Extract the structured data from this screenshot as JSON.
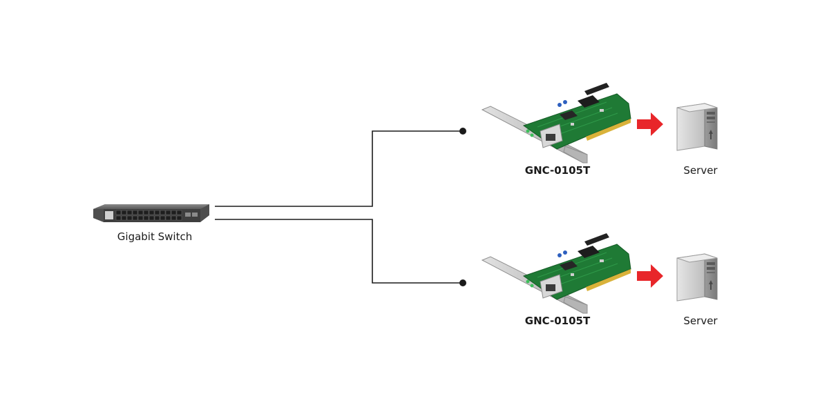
{
  "switch": {
    "label": "Gigabit Switch"
  },
  "branches": [
    {
      "nic_label": "GNC-0105T",
      "server_label": "Server"
    },
    {
      "nic_label": "GNC-0105T",
      "server_label": "Server"
    }
  ],
  "colors": {
    "cable": "#1a1a1a",
    "arrow": "#e8262a",
    "pcb": "#1f7a35",
    "bracket": "#c9c9c9",
    "switch_body": "#5c5c5c",
    "server_body": "#cfcfcf"
  },
  "icons": [
    "switch-icon",
    "network-card-icon",
    "arrow-right-icon",
    "server-icon"
  ]
}
